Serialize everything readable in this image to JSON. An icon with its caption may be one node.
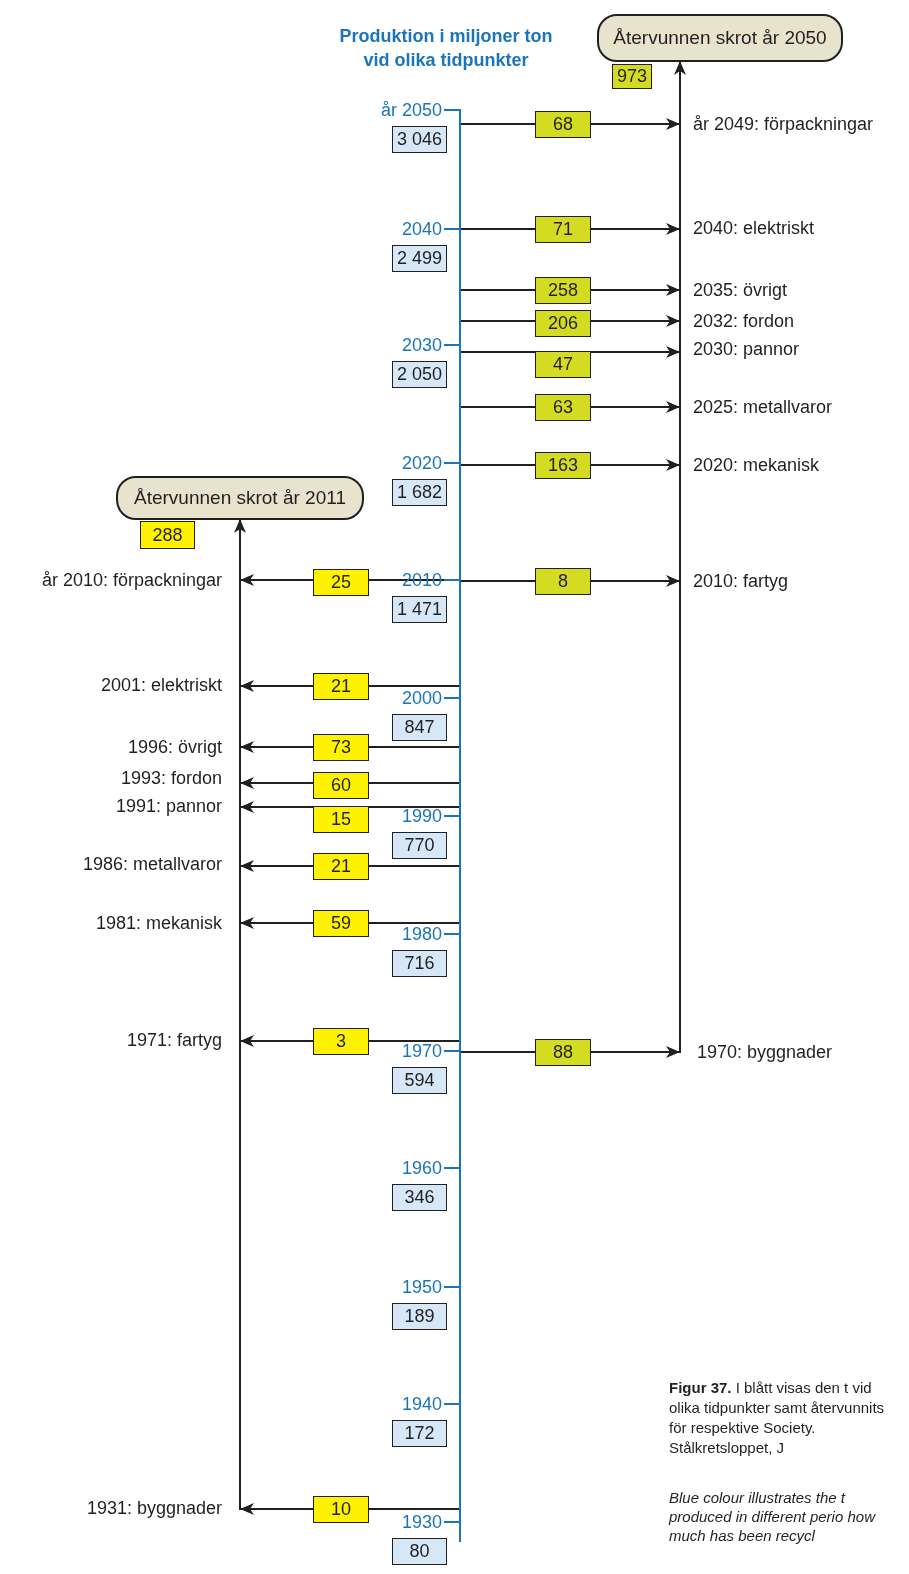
{
  "diagram": {
    "caption": "**Figur 37.** I blått visas den t vid olika tidpunkter samt återvunnits för respektive Society. Stålkretsloppet, J",
    "nodes": [
      {
        "text": [
          "Återvunnen skrot år 2050"
        ]
      },
      {
        "text": [
          "973"
        ]
      },
      {
        "text": [
          "Återvunnen skrot år 2011"
        ]
      },
      {
        "text": [
          "288"
        ]
      },
      {
        "text": [],
        "shape": "bar"
      },
      {
        "text": [],
        "shape": "bar"
      },
      {
        "text": [],
        "shape": "bar"
      },
      {
        "text": [
          "3 046"
        ],
        "beside": [
          "år 2050"
        ]
      },
      {
        "text": [
          "2 499"
        ],
        "beside": [
          "2040"
        ]
      },
      {
        "text": [
          "2 050"
        ],
        "beside": [
          "2030"
        ]
      },
      {
        "text": [
          "1 682"
        ],
        "beside": [
          "2020"
        ]
      },
      {
        "text": [
          "1 471"
        ],
        "beside": [
          "2010"
        ]
      },
      {
        "text": [
          "847"
        ],
        "beside": [
          "2000"
        ]
      },
      {
        "text": [
          "770"
        ],
        "beside": [
          "1990"
        ]
      },
      {
        "text": [
          "716"
        ],
        "beside": [
          "1980"
        ]
      },
      {
        "text": [
          "594"
        ],
        "beside": [
          "1970"
        ]
      },
      {
        "text": [
          "346"
        ],
        "beside": [
          "1960"
        ]
      },
      {
        "text": [
          "189"
        ],
        "beside": [
          "1950"
        ]
      },
      {
        "text": [
          "172"
        ],
        "beside": [
          "1940"
        ]
      },
      {
        "text": [
          "80"
        ],
        "beside": [
          "1930"
        ]
      },
      {
        "text": [
          "68"
        ]
      },
      {
        "text": [
          "71"
        ]
      },
      {
        "text": [
          "258"
        ]
      },
      {
        "text": [
          "206"
        ]
      },
      {
        "text": [
          "47"
        ]
      },
      {
        "text": [
          "63"
        ]
      },
      {
        "text": [
          "163"
        ]
      },
      {
        "text": [
          "8"
        ]
      },
      {
        "text": [
          "88"
        ]
      },
      {
        "text": [
          "25"
        ]
      },
      {
        "text": [
          "21"
        ]
      },
      {
        "text": [
          "73"
        ]
      },
      {
        "text": [
          "60"
        ]
      },
      {
        "text": [
          "15"
        ]
      },
      {
        "text": [
          "21"
        ]
      },
      {
        "text": [
          "59"
        ]
      },
      {
        "text": [
          "3"
        ]
      },
      {
        "text": [
          "10"
        ]
      }
    ],
    "edges": [
      {
        "from": 5,
        "to": 20,
        "arrow": "none"
      },
      {
        "from": 20,
        "to": 6,
        "arrow": "to"
      },
      {
        "from": 5,
        "to": 21,
        "arrow": "none"
      },
      {
        "from": 21,
        "to": 6,
        "arrow": "to"
      },
      {
        "from": 5,
        "to": 22,
        "arrow": "none"
      },
      {
        "from": 22,
        "to": 6,
        "arrow": "to"
      },
      {
        "from": 5,
        "to": 23,
        "arrow": "none"
      },
      {
        "from": 23,
        "to": 6,
        "arrow": "to"
      },
      {
        "from": 5,
        "to": 24,
        "arrow": "none"
      },
      {
        "from": 24,
        "to": 6,
        "arrow": "to"
      },
      {
        "from": 5,
        "to": 25,
        "arrow": "none"
      },
      {
        "from": 25,
        "to": 6,
        "arrow": "to"
      },
      {
        "from": 5,
        "to": 26,
        "arrow": "none"
      },
      {
        "from": 26,
        "to": 6,
        "arrow": "to"
      },
      {
        "from": 5,
        "to": 27,
        "arrow": "none"
      },
      {
        "from": 27,
        "to": 6,
        "arrow": "to"
      },
      {
        "from": 5,
        "to": 28,
        "arrow": "none"
      },
      {
        "from": 28,
        "to": 6,
        "arrow": "to"
      },
      {
        "from": 6,
        "to": 0,
        "arrow": "to"
      },
      {
        "from": 5,
        "to": 29,
        "arrow": "none"
      },
      {
        "from": 29,
        "to": 4,
        "arrow": "to"
      },
      {
        "from": 5,
        "to": 30,
        "arrow": "none"
      },
      {
        "from": 30,
        "to": 4,
        "arrow": "to"
      },
      {
        "from": 5,
        "to": 31,
        "arrow": "none"
      },
      {
        "from": 31,
        "to": 4,
        "arrow": "to"
      },
      {
        "from": 5,
        "to": 32,
        "arrow": "none"
      },
      {
        "from": 32,
        "to": 4,
        "arrow": "to"
      },
      {
        "from": 5,
        "to": 33,
        "arrow": "none"
      },
      {
        "from": 33,
        "to": 4,
        "arrow": "to"
      },
      {
        "from": 5,
        "to": 34,
        "arrow": "none"
      },
      {
        "from": 34,
        "to": 4,
        "arrow": "to"
      },
      {
        "from": 5,
        "to": 35,
        "arrow": "none"
      },
      {
        "from": 35,
        "to": 4,
        "arrow": "to"
      },
      {
        "from": 5,
        "to": 36,
        "arrow": "none"
      },
      {
        "from": 36,
        "to": 4,
        "arrow": "to"
      },
      {
        "from": 5,
        "to": 37,
        "arrow": "none"
      },
      {
        "from": 37,
        "to": 4,
        "arrow": "to"
      },
      {
        "from": 4,
        "to": 2,
        "arrow": "to"
      }
    ],
    "labels": [
      "Produktion i miljoner ton vid olika tidpunkter",
      "år 2049: förpackningar",
      "2040: elektriskt",
      "2035: övrigt",
      "2032: fordon",
      "2030: pannor",
      "2025: metallvaror",
      "2020: mekanisk",
      "2010: fartyg",
      "1970: byggnader",
      "år 2010: förpackningar",
      "2001: elektriskt",
      "1996: övrigt",
      "1993: fordon",
      "1991: pannor",
      "1986: metallvaror",
      "1981: mekanisk",
      "1971: fartyg",
      "1931: byggnader",
      "Blue colour illustrates the t produced in different perio how much has been recycl"
    ]
  }
}
